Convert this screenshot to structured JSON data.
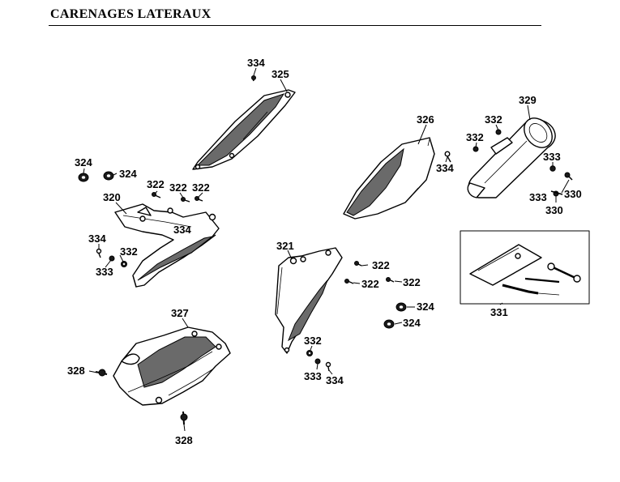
{
  "title": "CARENAGES LATERAUX",
  "callouts": [
    {
      "id": "c334a",
      "text": "334"
    },
    {
      "id": "c325",
      "text": "325"
    },
    {
      "id": "c326",
      "text": "326"
    },
    {
      "id": "c332a",
      "text": "332"
    },
    {
      "id": "c329",
      "text": "329"
    },
    {
      "id": "c332b",
      "text": "332"
    },
    {
      "id": "c334b",
      "text": "334"
    },
    {
      "id": "c333a",
      "text": "333"
    },
    {
      "id": "c333b",
      "text": "333"
    },
    {
      "id": "c330a",
      "text": "330"
    },
    {
      "id": "c330b",
      "text": "330"
    },
    {
      "id": "c324a",
      "text": "324"
    },
    {
      "id": "c324b",
      "text": "324"
    },
    {
      "id": "c322a",
      "text": "322"
    },
    {
      "id": "c322b",
      "text": "322"
    },
    {
      "id": "c322c",
      "text": "322"
    },
    {
      "id": "c320",
      "text": "320"
    },
    {
      "id": "c334c",
      "text": "334"
    },
    {
      "id": "c334d",
      "text": "334"
    },
    {
      "id": "c332c",
      "text": "332"
    },
    {
      "id": "c333c",
      "text": "333"
    },
    {
      "id": "c321",
      "text": "321"
    },
    {
      "id": "c322d",
      "text": "322"
    },
    {
      "id": "c322e",
      "text": "322"
    },
    {
      "id": "c322f",
      "text": "322"
    },
    {
      "id": "c324c",
      "text": "324"
    },
    {
      "id": "c324d",
      "text": "324"
    },
    {
      "id": "c331",
      "text": "331"
    },
    {
      "id": "c327",
      "text": "327"
    },
    {
      "id": "c328a",
      "text": "328"
    },
    {
      "id": "c328b",
      "text": "328"
    },
    {
      "id": "c332d",
      "text": "332"
    },
    {
      "id": "c333d",
      "text": "333"
    },
    {
      "id": "c334e",
      "text": "334"
    }
  ]
}
